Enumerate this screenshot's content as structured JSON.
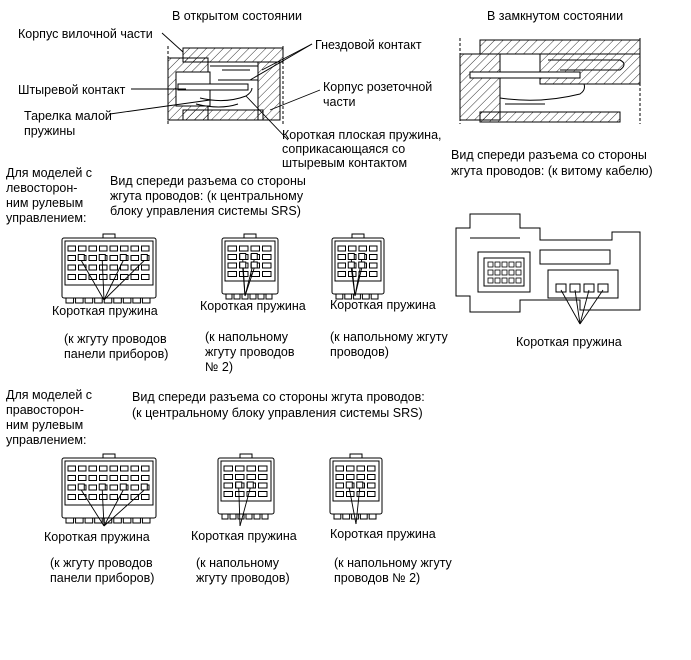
{
  "top": {
    "open_state": "В открытом состоянии",
    "closed_state": "В замкнутом состоянии",
    "plug_housing": "Корпус вилочной части",
    "socket_contact": "Гнездовой контакт",
    "pin_contact": "Штыревой контакт",
    "socket_housing_l1": "Корпус розеточной",
    "socket_housing_l2": "части",
    "small_spring_l1": "Тарелка малой",
    "small_spring_l2": "пружины",
    "flat_spring_l1": "Короткая плоская пружина,",
    "flat_spring_l2": "соприкасающаяся со",
    "flat_spring_l3": "штыревым контактом",
    "front_view_coil_l1": "Вид спереди разъема со стороны",
    "front_view_coil_l2": "жгута проводов: (к витому кабелю)"
  },
  "lhd": {
    "model_l1": "Для моделей с",
    "model_l2": "левосторон-",
    "model_l3": "ним рулевым",
    "model_l4": "управлением:",
    "view_l1": "Вид спереди разъема со стороны",
    "view_l2": "жгута проводов: (к центральному",
    "view_l3": "блоку управления системы SRS)",
    "spring_a": "Короткая пружина",
    "spring_b": "Короткая пружина",
    "spring_c": "Короткая пружина",
    "to_a_l1": "(к жгуту проводов",
    "to_a_l2": "панели приборов)",
    "to_b_l1": "(к напольному",
    "to_b_l2": "жгуту проводов",
    "to_b_l3": "№ 2)",
    "to_c_l1": "(к напольному жгуту",
    "to_c_l2": "проводов)"
  },
  "right": {
    "spring": "Короткая пружина"
  },
  "rhd": {
    "model_l1": "Для моделей с",
    "model_l2": "правосторон-",
    "model_l3": "ним рулевым",
    "model_l4": "управлением:",
    "view_l1": "Вид спереди разъема со стороны жгута проводов:",
    "view_l2": "(к центральному блоку управления системы SRS)",
    "spring_a": "Короткая пружина",
    "spring_b": "Короткая пружина",
    "spring_c": "Короткая пружина",
    "to_a_l1": "(к жгуту проводов",
    "to_a_l2": "панели приборов)",
    "to_b_l1": "(к напольному",
    "to_b_l2": "жгуту проводов)",
    "to_c_l1": "(к напольному жгуту",
    "to_c_l2": "проводов № 2)"
  },
  "icons": [
    "open-connector-cross-section",
    "closed-connector-cross-section",
    "connector-front-view",
    "short-spring-marker"
  ]
}
